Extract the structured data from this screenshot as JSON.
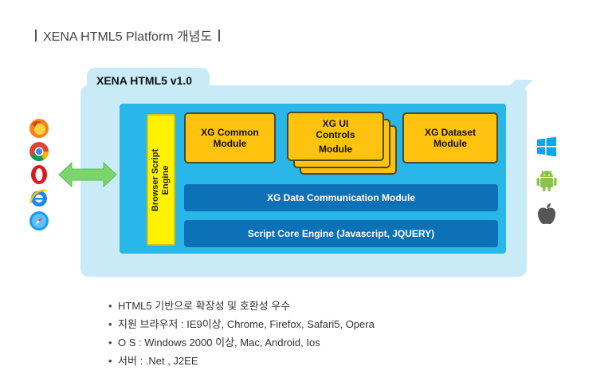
{
  "heading": "XENA HTML5 Platform 개념도",
  "platform_title": "XENA HTML5 v1.0",
  "browser_engine": [
    "Browser Script",
    "Engine"
  ],
  "modules": {
    "common": [
      "XG Common",
      "Module"
    ],
    "ui": [
      "XG UI",
      "Controls",
      "Module"
    ],
    "dataset": [
      "XG Dataset",
      "Module"
    ]
  },
  "data_comm": "XG Data Communication Module",
  "core_engine": "Script Core Engine (Javascript, JQUERY)",
  "browsers": [
    "firefox-icon",
    "chrome-icon",
    "opera-icon",
    "ie-icon",
    "safari-icon"
  ],
  "os": [
    "windows-icon",
    "android-icon",
    "apple-icon"
  ],
  "colors": {
    "outer": "#c9ebf8",
    "inner": "#29b6e8",
    "engine": "#fff200",
    "module": "#ffc20e",
    "bar": "#0d71b8",
    "arrow": "#7ad66b"
  },
  "bullets": [
    "HTML5 기반으로 확장성 및 호환성 우수",
    "지원 브라우저 : IE9이상, Chrome, Firefox, Safari5, Opera",
    "O S :  Windows 2000 이상, Mac, Android, Ios",
    "서버 : .Net , J2EE"
  ]
}
